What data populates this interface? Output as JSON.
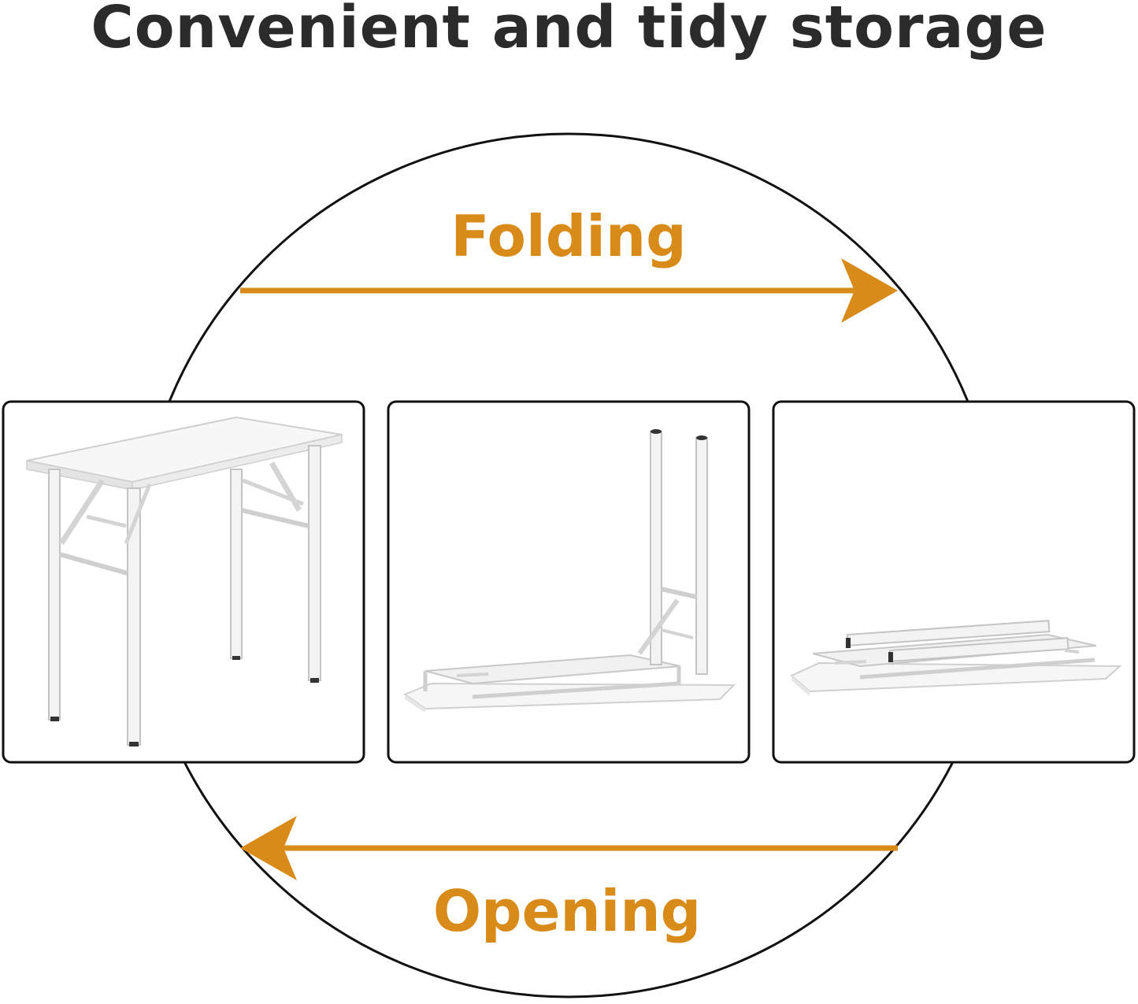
{
  "headline": "Convenient and tidy storage",
  "cycle": {
    "top_label": "Folding",
    "bottom_label": "Opening"
  },
  "panels": [
    {
      "icon": "open-table-icon"
    },
    {
      "icon": "half-folded-table-icon"
    },
    {
      "icon": "folded-table-icon"
    }
  ],
  "colors": {
    "accent": "#D98B1A",
    "text": "#2B2B2B",
    "outline": "#111111"
  }
}
